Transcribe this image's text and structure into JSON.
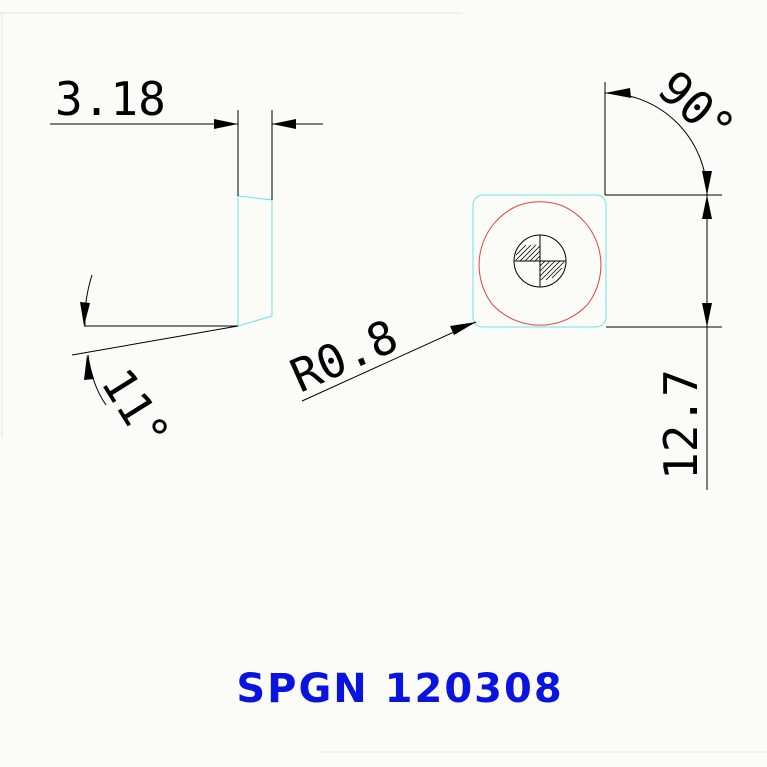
{
  "dimensions": {
    "thickness": "3.18",
    "clearance_angle": "11°",
    "corner_angle": "90°",
    "corner_radius": "R0.8",
    "inscribed_size": "12.7"
  },
  "designation": "SPGN 120308",
  "colors": {
    "background": "#fbfcf8",
    "dimension_lines": "#000000",
    "insert_outline": "#6fe0ea",
    "inscribed_circle": "#e2443f",
    "designation_text": "#0a14e0"
  }
}
